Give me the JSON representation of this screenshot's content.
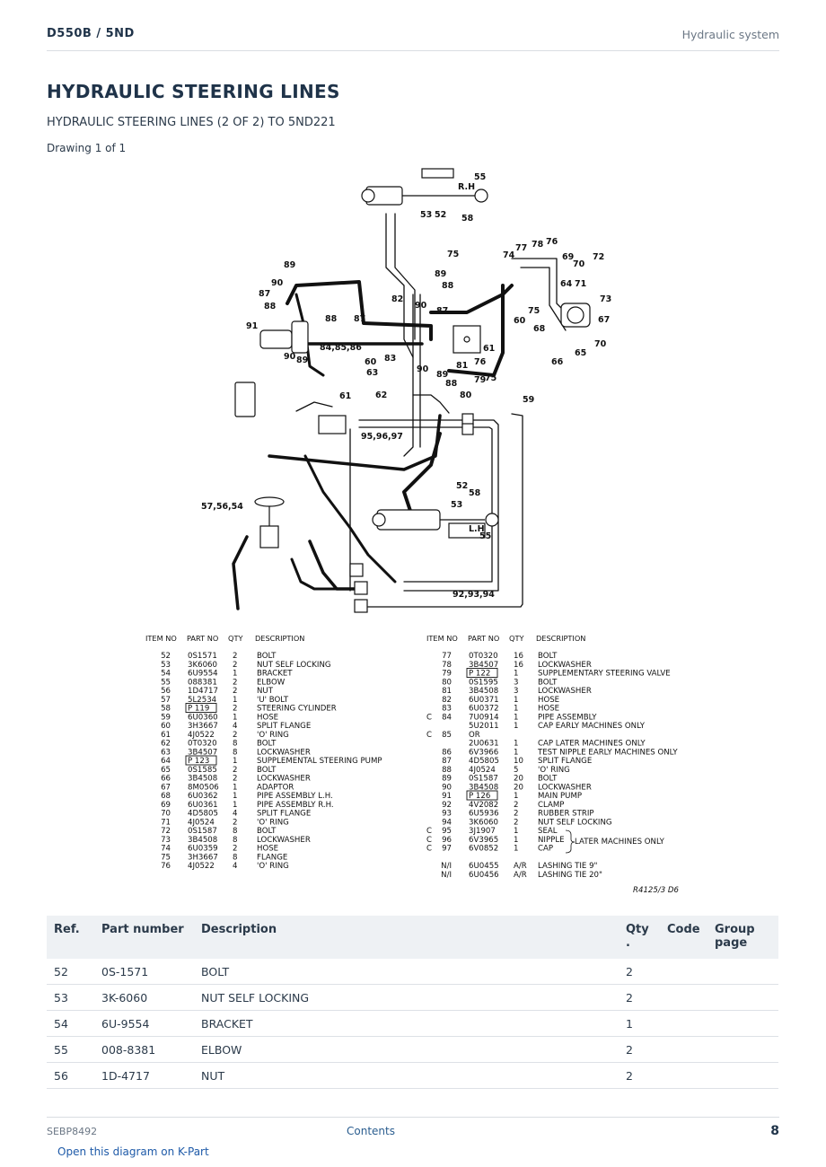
{
  "header": {
    "model": "D550B  /  5ND",
    "section": "Hydraulic system"
  },
  "title": "HYDRAULIC STEERING LINES",
  "subtitle": "HYDRAULIC STEERING LINES (2 OF 2) TO 5ND221",
  "drawing_label": "Drawing 1 of 1",
  "diagram": {
    "callouts": [
      "55",
      "R.H",
      "53",
      "52",
      "58",
      "89",
      "90",
      "87",
      "88",
      "91",
      "90",
      "89",
      "88",
      "87",
      "84,85,86",
      "82",
      "83",
      "90",
      "89",
      "88",
      "87",
      "75",
      "77",
      "78",
      "76",
      "74",
      "69",
      "70",
      "72",
      "64",
      "71",
      "73",
      "67",
      "70",
      "60",
      "68",
      "75",
      "66",
      "65",
      "61",
      "81",
      "76",
      "79",
      "75",
      "80",
      "90",
      "89",
      "88",
      "60",
      "63",
      "61",
      "62",
      "59",
      "95,96,97",
      "52",
      "58",
      "53",
      "L.H",
      "55",
      "57,56,54",
      "92,93,94"
    ],
    "legend_headers": {
      "item": "ITEM NO",
      "part": "PART NO",
      "qty": "QTY",
      "desc": "DESCRIPTION"
    },
    "legend_left": [
      {
        "c": "",
        "item": "52",
        "part": "0S1571",
        "qty": "2",
        "desc": "BOLT"
      },
      {
        "c": "",
        "item": "53",
        "part": "3K6060",
        "qty": "2",
        "desc": "NUT SELF LOCKING"
      },
      {
        "c": "",
        "item": "54",
        "part": "6U9554",
        "qty": "1",
        "desc": "BRACKET"
      },
      {
        "c": "",
        "item": "55",
        "part": "088381",
        "qty": "2",
        "desc": "ELBOW"
      },
      {
        "c": "",
        "item": "56",
        "part": "1D4717",
        "qty": "2",
        "desc": "NUT"
      },
      {
        "c": "",
        "item": "57",
        "part": "5L2534",
        "qty": "1",
        "desc": "'U' BOLT"
      },
      {
        "c": "",
        "item": "58",
        "part": "P 119",
        "qty": "2",
        "desc": "STEERING CYLINDER",
        "boxed": true
      },
      {
        "c": "",
        "item": "59",
        "part": "6U0360",
        "qty": "1",
        "desc": "HOSE"
      },
      {
        "c": "",
        "item": "60",
        "part": "3H3667",
        "qty": "4",
        "desc": "SPLIT FLANGE"
      },
      {
        "c": "",
        "item": "61",
        "part": "4J0522",
        "qty": "2",
        "desc": "'O' RING"
      },
      {
        "c": "",
        "item": "62",
        "part": "0T0320",
        "qty": "8",
        "desc": "BOLT"
      },
      {
        "c": "",
        "item": "63",
        "part": "3B4507",
        "qty": "8",
        "desc": "LOCKWASHER"
      },
      {
        "c": "",
        "item": "64",
        "part": "P 123",
        "qty": "1",
        "desc": "SUPPLEMENTAL STEERING PUMP",
        "boxed": true
      },
      {
        "c": "",
        "item": "65",
        "part": "0S1585",
        "qty": "2",
        "desc": "BOLT"
      },
      {
        "c": "",
        "item": "66",
        "part": "3B4508",
        "qty": "2",
        "desc": "LOCKWASHER"
      },
      {
        "c": "",
        "item": "67",
        "part": "8M0506",
        "qty": "1",
        "desc": "ADAPTOR"
      },
      {
        "c": "",
        "item": "68",
        "part": "6U0362",
        "qty": "1",
        "desc": "PIPE ASSEMBLY L.H."
      },
      {
        "c": "",
        "item": "69",
        "part": "6U0361",
        "qty": "1",
        "desc": "PIPE ASSEMBLY R.H."
      },
      {
        "c": "",
        "item": "70",
        "part": "4D5805",
        "qty": "4",
        "desc": "SPLIT FLANGE"
      },
      {
        "c": "",
        "item": "71",
        "part": "4J0524",
        "qty": "2",
        "desc": "'O' RING"
      },
      {
        "c": "",
        "item": "72",
        "part": "0S1587",
        "qty": "8",
        "desc": "BOLT"
      },
      {
        "c": "",
        "item": "73",
        "part": "3B4508",
        "qty": "8",
        "desc": "LOCKWASHER"
      },
      {
        "c": "",
        "item": "74",
        "part": "6U0359",
        "qty": "2",
        "desc": "HOSE"
      },
      {
        "c": "",
        "item": "75",
        "part": "3H3667",
        "qty": "8",
        "desc": "FLANGE"
      },
      {
        "c": "",
        "item": "76",
        "part": "4J0522",
        "qty": "4",
        "desc": "'O' RING"
      }
    ],
    "legend_right": [
      {
        "c": "",
        "item": "77",
        "part": "0T0320",
        "qty": "16",
        "desc": "BOLT"
      },
      {
        "c": "",
        "item": "78",
        "part": "3B4507",
        "qty": "16",
        "desc": "LOCKWASHER"
      },
      {
        "c": "",
        "item": "79",
        "part": "P 122",
        "qty": "1",
        "desc": "SUPPLEMENTARY STEERING VALVE",
        "boxed": true
      },
      {
        "c": "",
        "item": "80",
        "part": "0S1595",
        "qty": "3",
        "desc": "BOLT"
      },
      {
        "c": "",
        "item": "81",
        "part": "3B4508",
        "qty": "3",
        "desc": "LOCKWASHER"
      },
      {
        "c": "",
        "item": "82",
        "part": "6U0371",
        "qty": "1",
        "desc": "HOSE"
      },
      {
        "c": "",
        "item": "83",
        "part": "6U0372",
        "qty": "1",
        "desc": "HOSE"
      },
      {
        "c": "C",
        "item": "84",
        "part": "7U0914",
        "qty": "1",
        "desc": "PIPE ASSEMBLY"
      },
      {
        "c": "",
        "item": "",
        "part": "5U2011",
        "qty": "1",
        "desc": "CAP EARLY MACHINES ONLY"
      },
      {
        "c": "C",
        "item": "85",
        "part": "OR",
        "qty": "",
        "desc": ""
      },
      {
        "c": "",
        "item": "",
        "part": "2U0631",
        "qty": "1",
        "desc": "CAP LATER MACHINES ONLY"
      },
      {
        "c": "",
        "item": "86",
        "part": "6V3966",
        "qty": "1",
        "desc": "TEST NIPPLE EARLY MACHINES ONLY"
      },
      {
        "c": "",
        "item": "87",
        "part": "4D5805",
        "qty": "10",
        "desc": "SPLIT FLANGE"
      },
      {
        "c": "",
        "item": "88",
        "part": "4J0524",
        "qty": "5",
        "desc": "'O' RING"
      },
      {
        "c": "",
        "item": "89",
        "part": "0S1587",
        "qty": "20",
        "desc": "BOLT"
      },
      {
        "c": "",
        "item": "90",
        "part": "3B4508",
        "qty": "20",
        "desc": "LOCKWASHER"
      },
      {
        "c": "",
        "item": "91",
        "part": "P 126",
        "qty": "1",
        "desc": "MAIN PUMP",
        "boxed": true
      },
      {
        "c": "",
        "item": "92",
        "part": "4V2082",
        "qty": "2",
        "desc": "CLAMP"
      },
      {
        "c": "",
        "item": "93",
        "part": "6U5936",
        "qty": "2",
        "desc": "RUBBER STRIP"
      },
      {
        "c": "",
        "item": "94",
        "part": "3K6060",
        "qty": "2",
        "desc": "NUT SELF LOCKING"
      },
      {
        "c": "C",
        "item": "95",
        "part": "3J1907",
        "qty": "1",
        "desc": "SEAL"
      },
      {
        "c": "C",
        "item": "96",
        "part": "6V3965",
        "qty": "1",
        "desc": "NIPPLE"
      },
      {
        "c": "C",
        "item": "97",
        "part": "6V0852",
        "qty": "1",
        "desc": "CAP"
      },
      {
        "c": "",
        "item": "",
        "part": "",
        "qty": "",
        "desc": ""
      },
      {
        "c": "",
        "item": "N/I",
        "part": "6U0455",
        "qty": "A/R",
        "desc": "LASHING TIE 9\""
      },
      {
        "c": "",
        "item": "N/I",
        "part": "6U0456",
        "qty": "A/R",
        "desc": "LASHING TIE 20\""
      }
    ],
    "later_note": "LATER MACHINES ONLY",
    "drawing_ref": "R4125/3  D6"
  },
  "table": {
    "headers": {
      "ref": "Ref.",
      "part": "Part number",
      "desc": "Description",
      "qty": "Qty\n.",
      "code": "Code",
      "group": "Group\npage"
    },
    "rows": [
      {
        "ref": "52",
        "part": "0S-1571",
        "desc": "BOLT",
        "qty": "2",
        "code": "",
        "group": ""
      },
      {
        "ref": "53",
        "part": "3K-6060",
        "desc": "NUT SELF LOCKING",
        "qty": "2",
        "code": "",
        "group": ""
      },
      {
        "ref": "54",
        "part": "6U-9554",
        "desc": "BRACKET",
        "qty": "1",
        "code": "",
        "group": ""
      },
      {
        "ref": "55",
        "part": "008-8381",
        "desc": "ELBOW",
        "qty": "2",
        "code": "",
        "group": ""
      },
      {
        "ref": "56",
        "part": "1D-4717",
        "desc": "NUT",
        "qty": "2",
        "code": "",
        "group": ""
      }
    ]
  },
  "footer": {
    "doc_code": "SEBP8492",
    "contents_link": "Contents",
    "page_number": "8"
  },
  "kpart_link": "Open this diagram on K-Part"
}
